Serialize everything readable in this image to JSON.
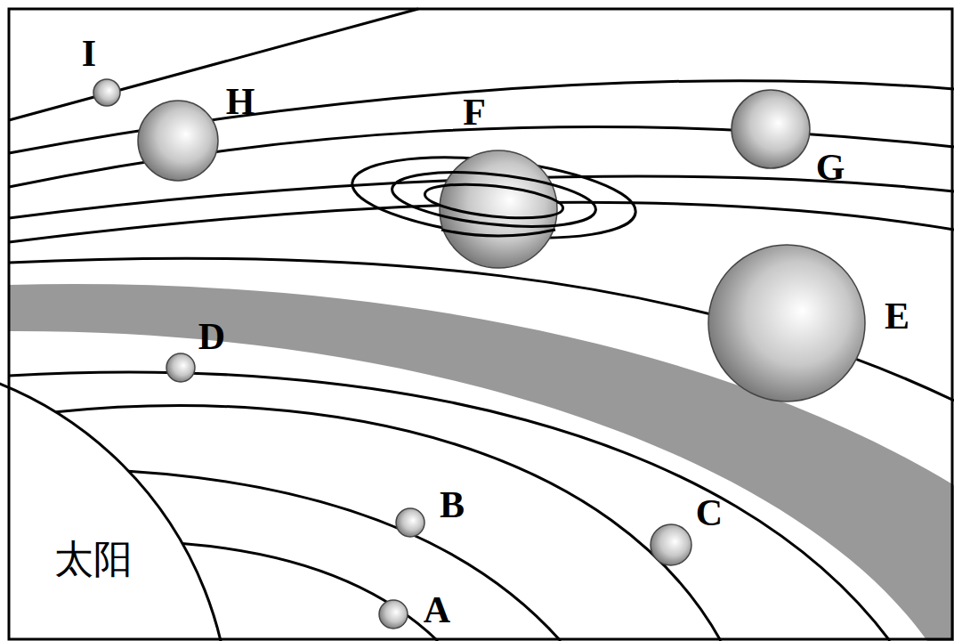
{
  "diagram": {
    "nodes": [
      {
        "text": [
          "太阳"
        ]
      }
    ],
    "labels": [
      "I",
      "H",
      "F",
      "G",
      "E",
      "D",
      "B",
      "C",
      "A"
    ]
  }
}
